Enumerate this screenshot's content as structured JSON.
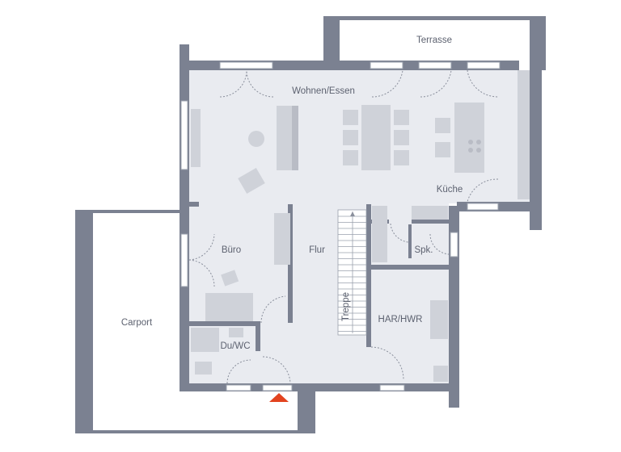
{
  "rooms": {
    "terrasse": "Terrasse",
    "wohnen_essen": "Wohnen/Essen",
    "kueche": "Küche",
    "buero": "Büro",
    "flur": "Flur",
    "spk": "Spk.",
    "treppe": "Treppe",
    "har_hwr": "HAR/HWR",
    "du_wc": "Du/WC",
    "carport": "Carport"
  },
  "colors": {
    "wall": "#7b8191",
    "floor": "#e9ebf0",
    "entrance_marker": "#e2431f"
  },
  "icons": {
    "entrance": "entrance-triangle-icon"
  }
}
